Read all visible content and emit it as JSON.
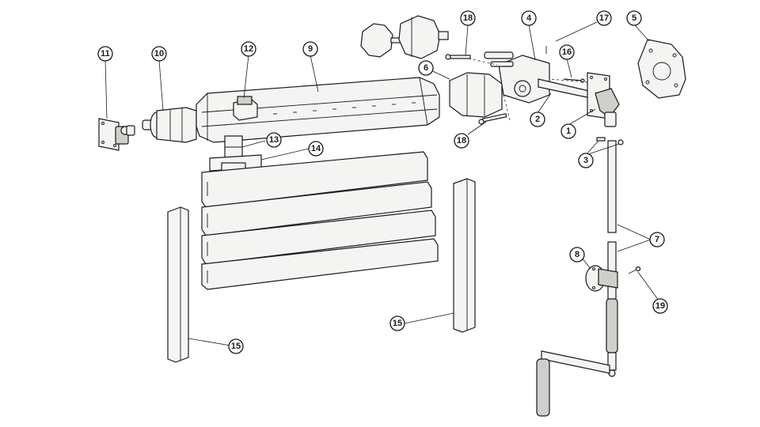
{
  "callouts": {
    "c1": "1",
    "c2": "2",
    "c3": "3",
    "c4": "4",
    "c5": "5",
    "c6": "6",
    "c7": "7",
    "c8": "8",
    "c9": "9",
    "c10": "10",
    "c11": "11",
    "c12": "12",
    "c13": "13",
    "c14": "14",
    "c15a": "15",
    "c15b": "15",
    "c16": "16",
    "c17": "17",
    "c18a": "18",
    "c18b": "18",
    "c19": "19"
  }
}
